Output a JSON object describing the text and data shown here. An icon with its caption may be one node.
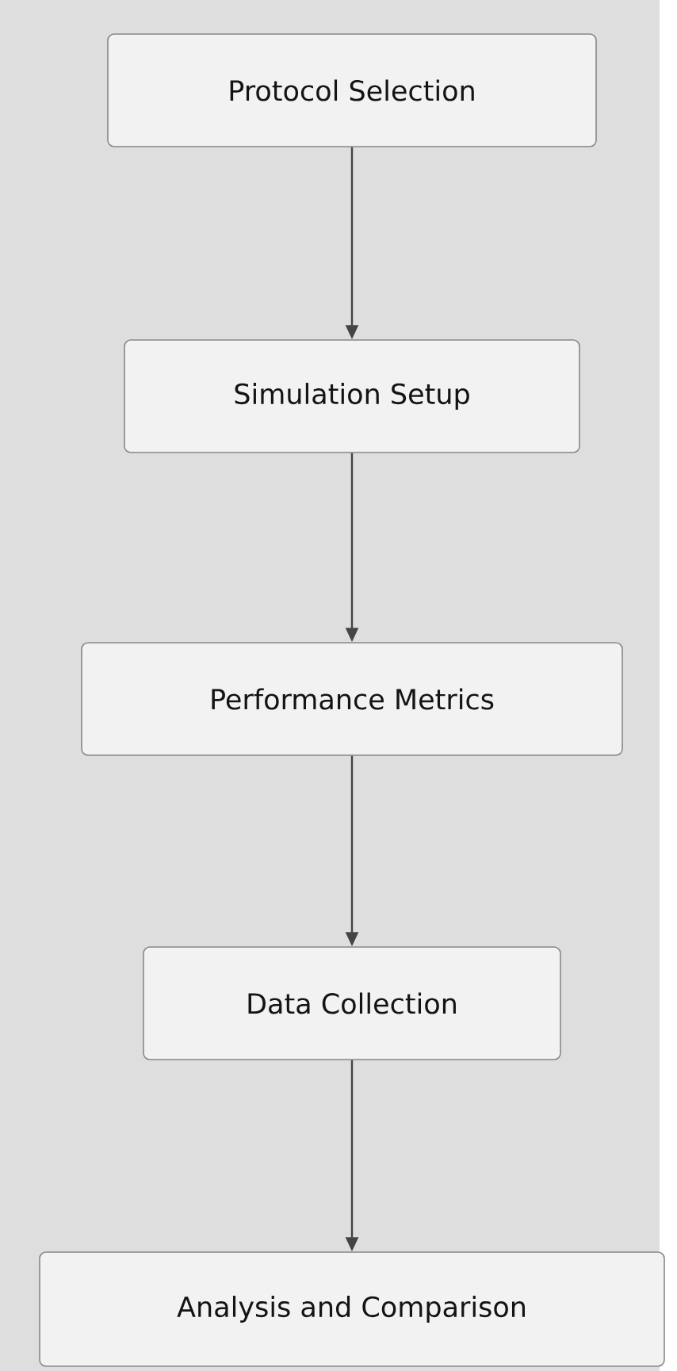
{
  "diagram": {
    "nodes": [
      {
        "text": [
          "Protocol Selection"
        ]
      },
      {
        "text": [
          "Simulation Setup"
        ]
      },
      {
        "text": [
          "Performance Metrics"
        ]
      },
      {
        "text": [
          "Data Collection"
        ]
      },
      {
        "text": [
          "Analysis and Comparison"
        ]
      }
    ],
    "edges": [
      {
        "from": 0,
        "to": 1,
        "arrow": "to"
      },
      {
        "from": 1,
        "to": 2,
        "arrow": "to"
      },
      {
        "from": 2,
        "to": 3,
        "arrow": "to"
      },
      {
        "from": 3,
        "to": 4,
        "arrow": "to"
      }
    ]
  }
}
